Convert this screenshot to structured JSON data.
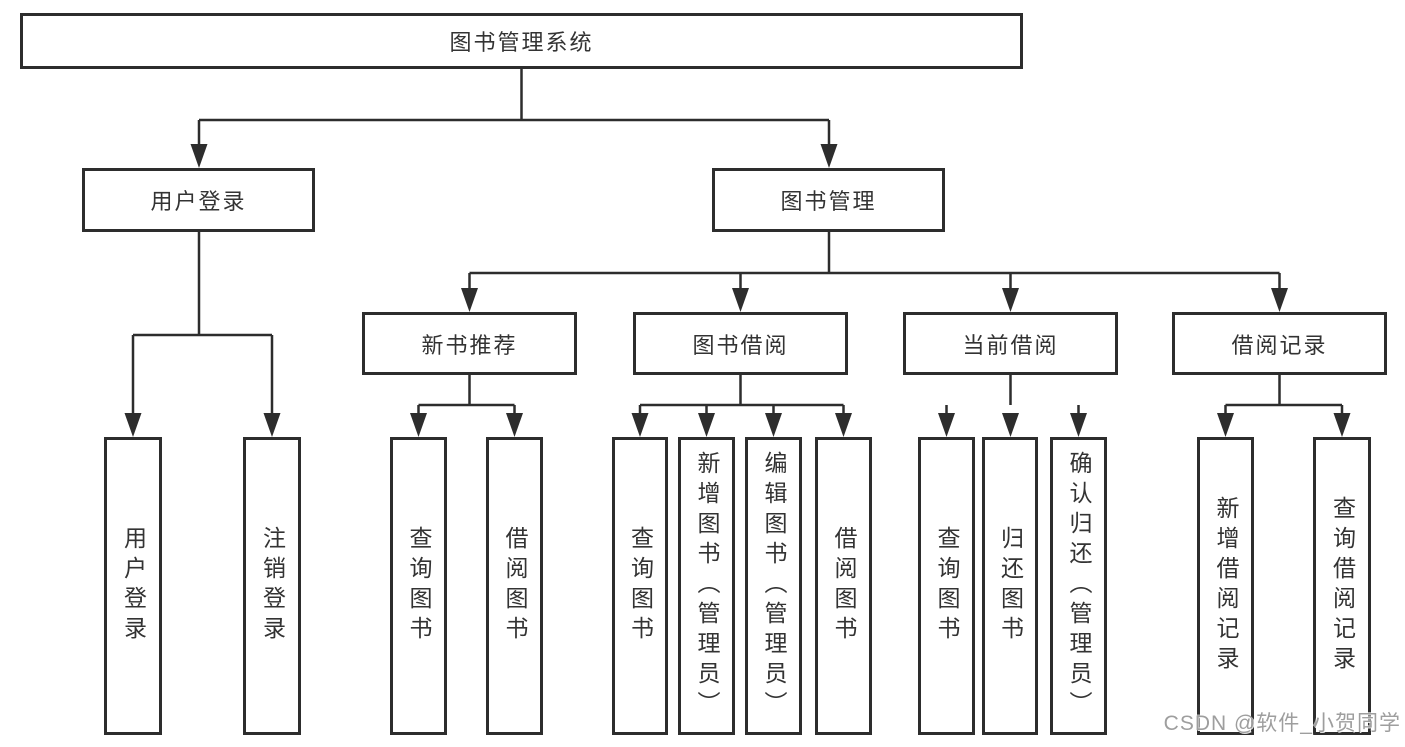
{
  "diagram": {
    "root": {
      "label": "图书管理系统"
    },
    "branches": [
      {
        "label": "用户登录",
        "children": [
          {
            "label": "用户登录"
          },
          {
            "label": "注销登录"
          }
        ]
      },
      {
        "label": "图书管理",
        "children": [
          {
            "label": "新书推荐",
            "children": [
              {
                "label": "查询图书"
              },
              {
                "label": "借阅图书"
              }
            ]
          },
          {
            "label": "图书借阅",
            "children": [
              {
                "label": "查询图书"
              },
              {
                "label": "新增图书（管理员）"
              },
              {
                "label": "编辑图书（管理员）"
              },
              {
                "label": "借阅图书"
              }
            ]
          },
          {
            "label": "当前借阅",
            "children": [
              {
                "label": "查询图书"
              },
              {
                "label": "归还图书"
              },
              {
                "label": "确认归还（管理员）"
              }
            ]
          },
          {
            "label": "借阅记录",
            "children": [
              {
                "label": "新增借阅记录"
              },
              {
                "label": "查询借阅记录"
              }
            ]
          }
        ]
      }
    ]
  },
  "watermark": {
    "text": "CSDN @软件_小贺同学"
  },
  "colors": {
    "line": "#2d2d2d",
    "border": "#2d2d2d",
    "text": "#333333",
    "background": "#ffffff",
    "watermark": "#9e9e9e"
  }
}
